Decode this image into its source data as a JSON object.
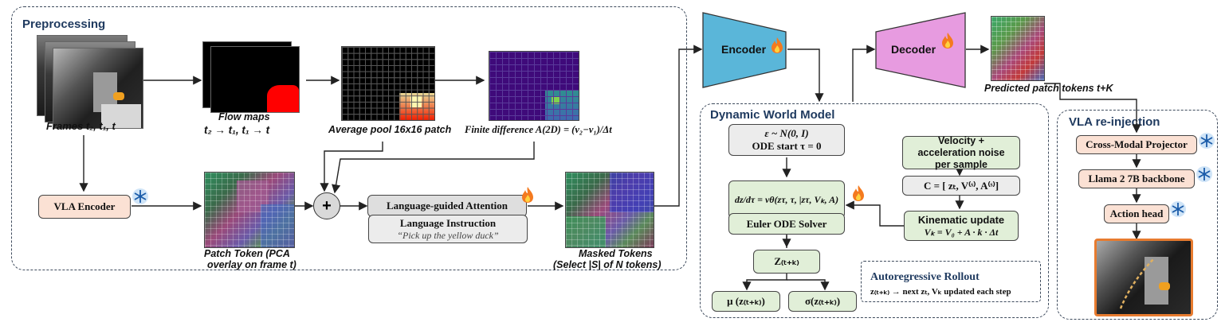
{
  "preprocessing": {
    "title": "Preprocessing",
    "frames_caption": "Frames t₂, t₁, t",
    "flow_caption_1": "Flow maps",
    "flow_caption_2": "t₂ → t₁, t₁ → t",
    "avgpool_caption": "Average pool 16x16 patch",
    "finite_diff_caption": "Finite difference A(2D) = (v₂−v₁)/Δt",
    "vla_encoder": "VLA Encoder",
    "patch_token_caption_1": "Patch Token (PCA",
    "patch_token_caption_2": "overlay on frame t)",
    "plus": "+",
    "lang_attention": "Language-guided Attention",
    "lang_instruction_title": "Language Instruction",
    "lang_instruction_text": "“Pick up the yellow duck”",
    "masked_caption_1": "Masked Tokens",
    "masked_caption_2": "(Select |S| of N tokens)"
  },
  "encoder": {
    "label": "Encoder"
  },
  "decoder": {
    "label": "Decoder"
  },
  "predicted_caption": "Predicted patch tokens t+K",
  "dwm": {
    "title": "Dynamic World Model",
    "ode_start_1": "ε ~ N(0, I)",
    "ode_start_2": "ODE start τ = 0",
    "velocity_eq": "dz/dτ = vθ(zτ, τ, |zτ, Vₖ, A)",
    "euler": "Euler ODE Solver",
    "z_next": "Z₍ₜ₊ₖ₎",
    "mu": "μ (z₍ₜ₊ₖ₎)",
    "sigma": "σ(z₍ₜ₊ₖ₎)",
    "velocity_noise": "Velocity + acceleration noise per sample",
    "c_eq": "C = [ zₜ, V⁽ˢ⁾, A⁽ˢ⁾]",
    "kinematic_title": "Kinematic update",
    "kinematic_eq": "Vₖ = V₀ + A · k · Δt",
    "autoreg_title": "Autoregressive Rollout",
    "autoreg_text": "z₍ₜ₊ₖ₎ → next zₜ, Vₖ updated each step"
  },
  "vla": {
    "title": "VLA re-injection",
    "projector": "Cross-Modal Projector",
    "backbone": "Llama 2 7B backbone",
    "action_head": "Action head"
  },
  "colors": {
    "encoder": "#5ab6d9",
    "decoder": "#e79be0",
    "pink_box": "#fbe1d4",
    "green_box": "#e1efd8",
    "gray_box": "#dedede",
    "panel_border": "#3d4a5c"
  },
  "icons": [
    "snowflake-icon",
    "fire-icon"
  ]
}
